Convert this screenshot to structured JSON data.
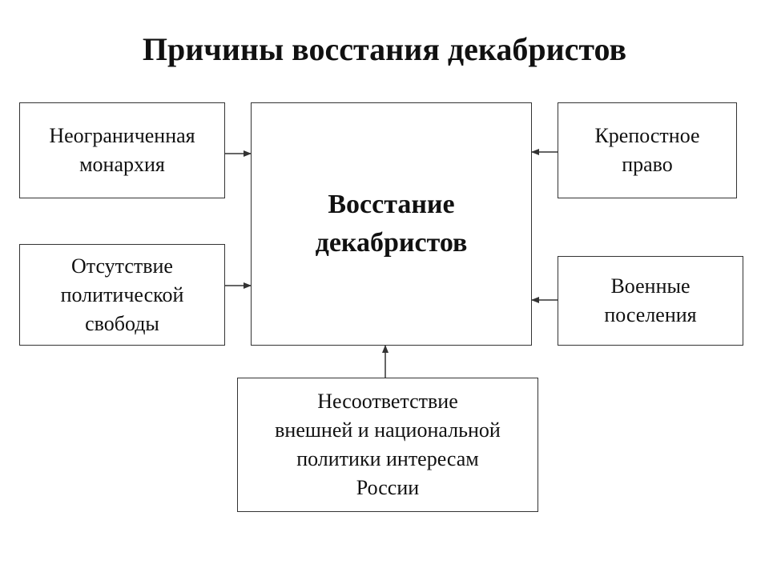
{
  "diagram": {
    "title": "Причины восстания декабристов",
    "center": "Восстание\nдекабристов",
    "causes": {
      "monarchy": "Неограниченная\nмонархия",
      "freedom": "Отсутствие\nполитической\nсвободы",
      "serfdom": "Крепостное\nправо",
      "settlements": "Военные\nпоселения",
      "policy": "Несоответствие\nвнешней и национальной\nполитики интересам\nРоссии"
    }
  }
}
